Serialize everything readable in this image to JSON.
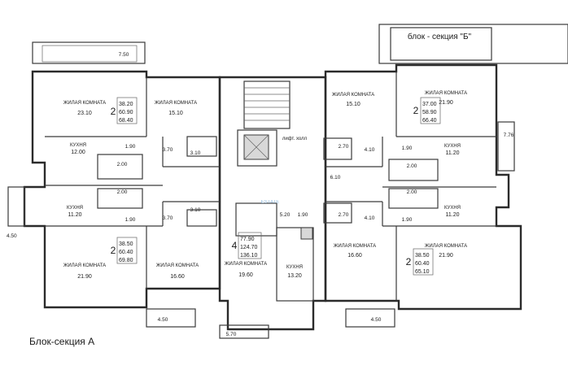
{
  "captions": {
    "section_a": "Блок-секция А",
    "section_b": "блок - секция \"Б\"",
    "lift": "лифт. холл"
  },
  "watermark": "ESTATE",
  "apartments": {
    "tl": {
      "rooms": "2",
      "area1": "38.20",
      "area2": "60.90",
      "area3": "68.40"
    },
    "tr": {
      "rooms": "2",
      "area1": "37.00",
      "area2": "58.90",
      "area3": "66.40"
    },
    "bl": {
      "rooms": "2",
      "area1": "38.50",
      "area2": "60.40",
      "area3": "69.80"
    },
    "bc": {
      "rooms": "4",
      "area1": "77.90",
      "area2": "124.70",
      "area3": "136.10"
    },
    "br": {
      "rooms": "2",
      "area1": "38.50",
      "area2": "60.40",
      "area3": "65.10"
    }
  },
  "rooms": [
    {
      "id": "r1",
      "label": "ЖИЛАЯ КОМНАТА",
      "area": "23.10"
    },
    {
      "id": "r2",
      "label": "ЖИЛАЯ КОМНАТА",
      "area": "15.10"
    },
    {
      "id": "r3",
      "label": "КУХНЯ",
      "area": "12.00"
    },
    {
      "id": "r4",
      "label": "КУХНЯ",
      "area": "11.20"
    },
    {
      "id": "r5",
      "label": "ЖИЛАЯ КОМНАТА",
      "area": "21.90"
    },
    {
      "id": "r6",
      "label": "ЖИЛАЯ КОМНАТА",
      "area": "16.60"
    },
    {
      "id": "r7",
      "label": "ЖИЛАЯ КОМНАТА",
      "area": "19.60"
    },
    {
      "id": "r8",
      "label": "КУХНЯ",
      "area": "13.20"
    },
    {
      "id": "r9",
      "label": "ЖИЛАЯ КОМНАТА",
      "area": "15.10"
    },
    {
      "id": "r10",
      "label": "ЖИЛАЯ КОМНАТА",
      "area": "21.90"
    },
    {
      "id": "r11",
      "label": "КУХНЯ",
      "area": "11.20"
    },
    {
      "id": "r12",
      "label": "КУХНЯ",
      "area": "11.20"
    },
    {
      "id": "r13",
      "label": "ЖИЛАЯ КОМНАТА",
      "area": "16.60"
    },
    {
      "id": "r14",
      "label": "ЖИЛАЯ КОМНАТА",
      "area": "21.90"
    }
  ],
  "small_areas": [
    "1.90",
    "3.70",
    "3.10",
    "2.00",
    "2.00",
    "1.90",
    "3.70",
    "3.10",
    "2.70",
    "4.10",
    "1.90",
    "6.10",
    "2.00",
    "2.00",
    "5.20",
    "1.90",
    "2.70",
    "4.10",
    "1.90"
  ],
  "dimensions": {
    "d750": "7.50",
    "d776": "7.76",
    "d450_left": "4.50",
    "d450_bl": "4.50",
    "d570": "5.70",
    "d450_br": "4.50"
  }
}
